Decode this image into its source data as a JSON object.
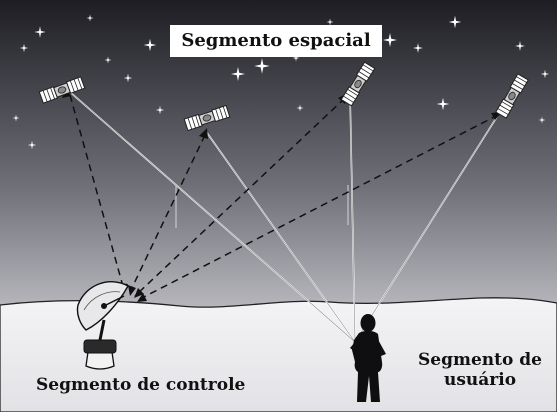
{
  "labels": {
    "space_segment": "Segmento espacial",
    "control_segment": "Segmento de controle",
    "user_segment": "Segmento de usuário"
  },
  "colors": {
    "sky_top": "#1d1d23",
    "sky_mid": "#7a7a82",
    "sky_horizon": "#d9d9de",
    "ground": "#ececee",
    "ink": "#111111"
  },
  "icons": {
    "satellite": "satellite-icon",
    "dish": "dish-antenna-icon",
    "person": "person-icon",
    "star": "star-icon"
  }
}
